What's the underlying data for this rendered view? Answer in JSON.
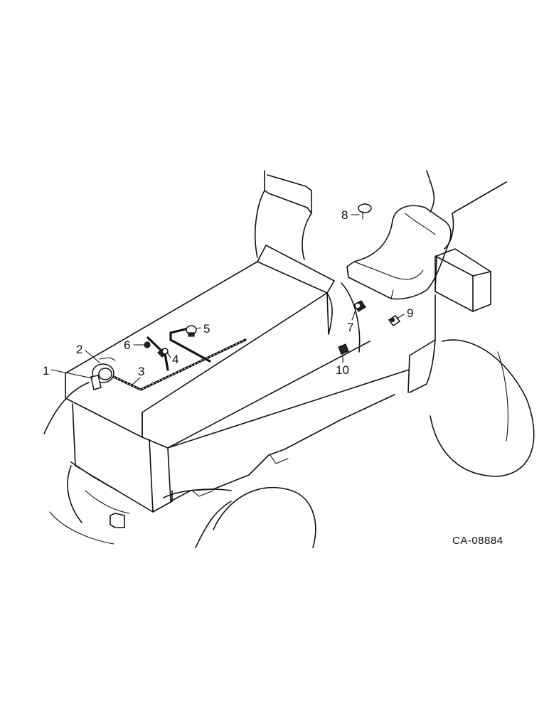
{
  "callouts": [
    {
      "id": "1",
      "label": "1"
    },
    {
      "id": "2",
      "label": "2"
    },
    {
      "id": "3",
      "label": "3"
    },
    {
      "id": "4",
      "label": "4"
    },
    {
      "id": "5",
      "label": "5"
    },
    {
      "id": "6",
      "label": "6"
    },
    {
      "id": "7",
      "label": "7"
    },
    {
      "id": "8",
      "label": "8"
    },
    {
      "id": "9",
      "label": "9"
    },
    {
      "id": "10",
      "label": "10"
    }
  ],
  "drawing_id": "CA-08884",
  "colors": {
    "line": "#111111",
    "background": "#ffffff"
  }
}
